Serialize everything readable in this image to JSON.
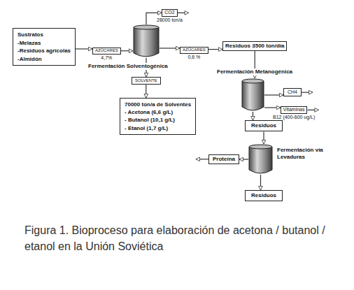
{
  "diagram": {
    "caption": "Figura 1. Bioproceso para elaboración de acetona / butanol / etanol en la Unión Soviética",
    "nodes": [
      {
        "text": [
          "Sustratos",
          "-Melazas",
          "-Residuos agrícolas",
          "-Almidón"
        ]
      },
      {
        "text": [
          "AZÚCARES",
          "4,7%"
        ]
      },
      {
        "text": [
          "Fermentación Solventogénica"
        ]
      },
      {
        "text": [
          "CO2",
          "28000 ton/a"
        ]
      },
      {
        "text": [
          "AZÚCARES",
          "0,6 %"
        ]
      },
      {
        "text": [
          "Residuos 3500 ton/día"
        ]
      },
      {
        "text": [
          "SOLVENTE"
        ]
      },
      {
        "text": [
          "70000 ton/a de Solventes",
          "- Acetona (6,6 g/L)",
          "- Butanol (10,1 g/L)",
          "- Etanol (1,7 g/L)"
        ]
      },
      {
        "text": [
          "Fermentación Metanogénica"
        ]
      },
      {
        "text": [
          "CH4"
        ]
      },
      {
        "text": [
          "Vitaminas",
          "B12 (400-600 ug/L)"
        ]
      },
      {
        "text": [
          "Residuos"
        ]
      },
      {
        "text": [
          "Fermentación vía Levaduras"
        ]
      },
      {
        "text": [
          "Proteína"
        ]
      },
      {
        "text": [
          "Residuos"
        ]
      }
    ],
    "edges": [
      {
        "from": 0,
        "to": 1,
        "arrow": "to"
      },
      {
        "from": 1,
        "to": 2,
        "arrow": "to"
      },
      {
        "from": 2,
        "to": 3,
        "arrow": "to"
      },
      {
        "from": 2,
        "to": 4,
        "arrow": "to"
      },
      {
        "from": 4,
        "to": 5,
        "arrow": "to"
      },
      {
        "from": 2,
        "to": 6,
        "arrow": "to"
      },
      {
        "from": 6,
        "to": 7,
        "arrow": "to"
      },
      {
        "from": 5,
        "to": 8,
        "arrow": "to"
      },
      {
        "from": 8,
        "to": 9,
        "arrow": "to"
      },
      {
        "from": 8,
        "to": 10,
        "arrow": "to"
      },
      {
        "from": 8,
        "to": 11,
        "arrow": "to"
      },
      {
        "from": 11,
        "to": 12,
        "arrow": "to"
      },
      {
        "from": 12,
        "to": 13,
        "arrow": "to"
      },
      {
        "from": 12,
        "to": 14,
        "arrow": "to"
      }
    ]
  }
}
